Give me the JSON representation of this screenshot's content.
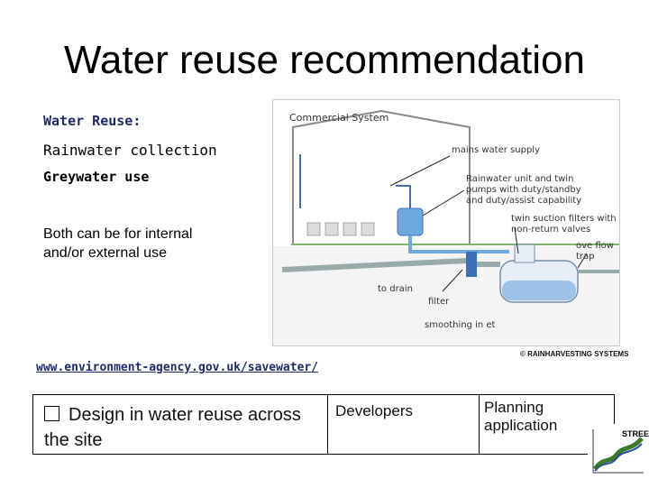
{
  "slide": {
    "title": "Water reuse recommendation"
  },
  "left": {
    "heading": "Water Reuse:",
    "item1": "Rainwater collection",
    "item2": "Greywater use",
    "note": "Both can be for internal and/or external use"
  },
  "diagram": {
    "title": "Commercial System",
    "labels": {
      "mains": "mains water supply",
      "unit": "Rainwater unit and twin pumps with duty/standby and duty/assist capability",
      "filters": "twin suction filters with non-return valves",
      "overflow": "ove flow trap",
      "drain": "to drain",
      "filter": "filter",
      "inlet": "smoothing in et"
    }
  },
  "link": {
    "url": "www.environment-agency.gov.uk/savewater/"
  },
  "copyright": "© RAINHARVESTING SYSTEMS",
  "table": {
    "action": "Design in water reuse across the site",
    "who": "Developers",
    "stage": "Planning application"
  },
  "logo": {
    "text": "STREET"
  },
  "colors": {
    "navy": "#1f2a6d",
    "tank": "#6fa8dc",
    "pipe": "#3d6fb6"
  }
}
